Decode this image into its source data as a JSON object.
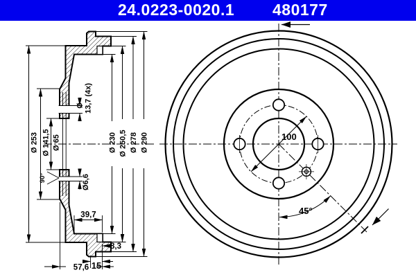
{
  "header": {
    "part_number": "24.0223-0020.1",
    "catalog_number": "480177"
  },
  "colors": {
    "header_bg": "#0000ee",
    "header_text": "#ffffff",
    "line": "#000000"
  },
  "section_view": {
    "dims": {
      "d253": "Ø 253",
      "d141_5": "Ø 141,5",
      "d65": "Ø 65",
      "bolt_dia_prefix": "Ø",
      "bolt_dia": "13,7 (4x)",
      "countersink_angle": "90°",
      "d6_6": "Ø6,6",
      "d230": "Ø 230",
      "d250_5": "Ø 250,5",
      "d278": "Ø 278",
      "d290": "Ø 290",
      "drum_depth": "39,7",
      "rim_offset": "8,3",
      "rim_width": "15",
      "total_width": "57,6"
    }
  },
  "front_view": {
    "dims": {
      "bolt_circle": "100",
      "hole_angle": "45°"
    }
  }
}
